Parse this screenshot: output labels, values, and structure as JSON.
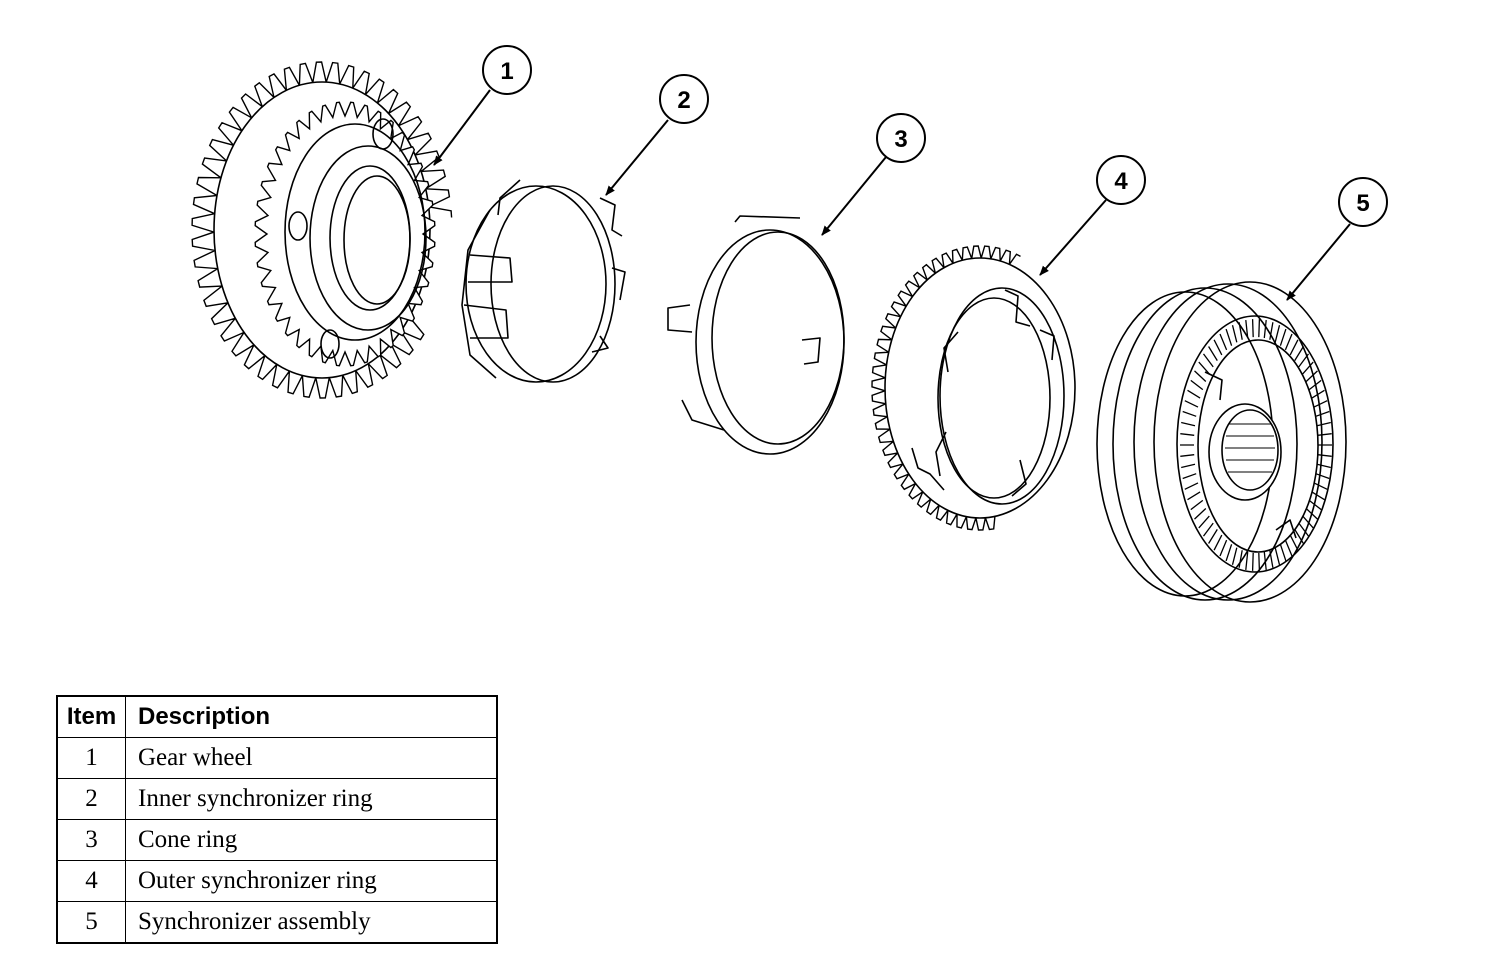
{
  "callouts": [
    {
      "label": "1"
    },
    {
      "label": "2"
    },
    {
      "label": "3"
    },
    {
      "label": "4"
    },
    {
      "label": "5"
    }
  ],
  "legend": {
    "headers": [
      "Item",
      "Description"
    ],
    "rows": [
      {
        "item": "1",
        "description": "Gear wheel"
      },
      {
        "item": "2",
        "description": "Inner synchronizer ring"
      },
      {
        "item": "3",
        "description": "Cone ring"
      },
      {
        "item": "4",
        "description": "Outer synchronizer ring"
      },
      {
        "item": "5",
        "description": "Synchronizer assembly"
      }
    ]
  }
}
